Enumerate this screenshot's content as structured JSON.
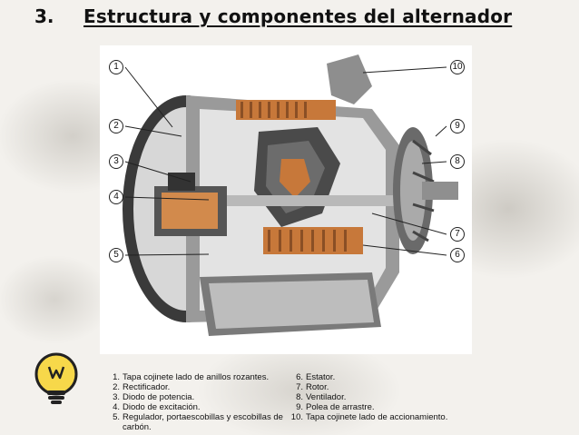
{
  "slide": {
    "number": "3.",
    "title": "Estructura y componentes del alternador"
  },
  "callouts": [
    "1",
    "2",
    "3",
    "4",
    "5",
    "6",
    "7",
    "8",
    "9",
    "10"
  ],
  "legend": {
    "left": [
      {
        "n": "1.",
        "text": "Tapa cojinete lado de anillos rozantes."
      },
      {
        "n": "2.",
        "text": "Rectificador."
      },
      {
        "n": "3.",
        "text": "Diodo de potencia."
      },
      {
        "n": "4.",
        "text": "Diodo de excitación."
      },
      {
        "n": "5.",
        "text": "Regulador, portaescobillas y escobillas de carbón."
      }
    ],
    "right": [
      {
        "n": "6.",
        "text": "Estator."
      },
      {
        "n": "7.",
        "text": "Rotor."
      },
      {
        "n": "8.",
        "text": "Ventilador."
      },
      {
        "n": "9.",
        "text": "Polea de arrastre."
      },
      {
        "n": "10.",
        "text": "Tapa cojinete lado de accionamiento."
      }
    ]
  },
  "icons": {
    "tip": "lightbulb-icon",
    "figure": "alternator-cutaway-illustration"
  },
  "colors": {
    "title": "#111111",
    "copper": "#c7783a",
    "bulb_yellow": "#f7d84a"
  }
}
